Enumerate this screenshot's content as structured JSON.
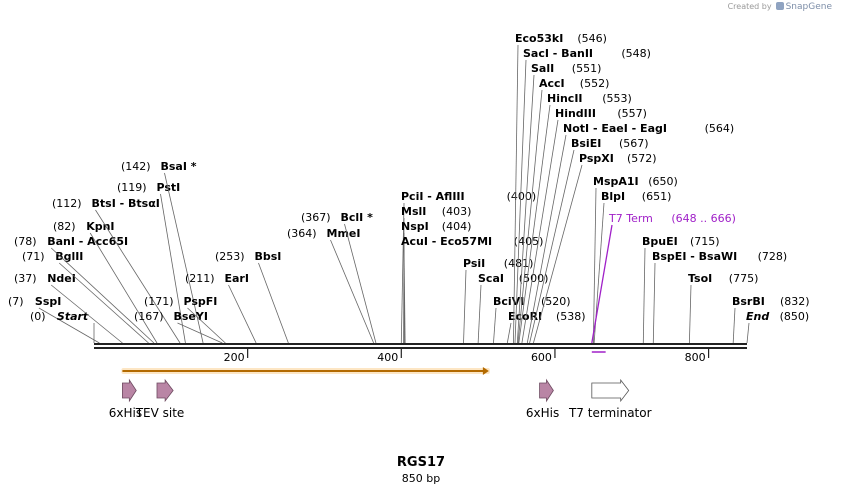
{
  "watermark": {
    "prefix": "Created by",
    "brand": "SnapGene"
  },
  "sequence": {
    "name": "RGS17",
    "length_label": "850 bp",
    "length": 850
  },
  "ticks": [
    200,
    400,
    600,
    800
  ],
  "sites": [
    {
      "name": "SspI",
      "pos": "(7)",
      "bp": 7,
      "bold": true,
      "star": false
    },
    {
      "name": "Start",
      "pos": "(0)",
      "bp": 0,
      "bold": true,
      "italic": true,
      "star": false
    },
    {
      "name": "NdeI",
      "pos": "(37)",
      "bp": 37,
      "bold": true,
      "star": false
    },
    {
      "name": "BglII",
      "pos": "(71)",
      "bp": 71,
      "bold": true,
      "star": false
    },
    {
      "name": "BanI - Acc65I",
      "pos": "(78)",
      "bp": 78,
      "bold": true,
      "star": false
    },
    {
      "name": "KpnI",
      "pos": "(82)",
      "bp": 82,
      "bold": true,
      "star": false
    },
    {
      "name": "BtsI - BtsαI",
      "pos": "(112)",
      "bp": 112,
      "bold": true,
      "star": false
    },
    {
      "name": "PstI",
      "pos": "(119)",
      "bp": 119,
      "bold": true,
      "star": false
    },
    {
      "name": "BsaI",
      "pos": "(142)",
      "bp": 142,
      "bold": true,
      "star": true
    },
    {
      "name": "BseYI",
      "pos": "(167)",
      "bp": 167,
      "bold": true,
      "star": false
    },
    {
      "name": "PspFI",
      "pos": "(171)",
      "bp": 171,
      "bold": true,
      "star": false
    },
    {
      "name": "EarI",
      "pos": "(211)",
      "bp": 211,
      "bold": true,
      "star": false
    },
    {
      "name": "BbsI",
      "pos": "(253)",
      "bp": 253,
      "bold": true,
      "star": false
    },
    {
      "name": "MmeI",
      "pos": "(364)",
      "bp": 364,
      "bold": true,
      "star": false
    },
    {
      "name": "BclI",
      "pos": "(367)",
      "bp": 367,
      "bold": true,
      "star": true
    },
    {
      "name": "PciI - AflIII",
      "pos": "(400)",
      "bp": 400,
      "bold": true,
      "star": false
    },
    {
      "name": "MslI",
      "pos": "(403)",
      "bp": 403,
      "bold": true,
      "star": false
    },
    {
      "name": "NspI",
      "pos": "(404)",
      "bp": 404,
      "bold": true,
      "star": false
    },
    {
      "name": "AcuI - Eco57MI",
      "pos": "(405)",
      "bp": 405,
      "bold": true,
      "star": false
    },
    {
      "name": "PsiI",
      "pos": "(481)",
      "bp": 481,
      "bold": true,
      "star": false
    },
    {
      "name": "ScaI",
      "pos": "(500)",
      "bp": 500,
      "bold": true,
      "star": false
    },
    {
      "name": "BciVI",
      "pos": "(520)",
      "bp": 520,
      "bold": true,
      "star": false
    },
    {
      "name": "EcoRI",
      "pos": "(538)",
      "bp": 538,
      "bold": true,
      "star": false
    },
    {
      "name": "Eco53kI",
      "pos": "(546)",
      "bp": 546,
      "bold": true,
      "star": false
    },
    {
      "name": "SacI - BanII",
      "pos": "(548)",
      "bp": 548,
      "bold": true,
      "star": false
    },
    {
      "name": "SalI",
      "pos": "(551)",
      "bp": 551,
      "bold": true,
      "star": false
    },
    {
      "name": "AccI",
      "pos": "(552)",
      "bp": 552,
      "bold": true,
      "star": false
    },
    {
      "name": "HincII",
      "pos": "(553)",
      "bp": 553,
      "bold": true,
      "star": false
    },
    {
      "name": "HindIII",
      "pos": "(557)",
      "bp": 557,
      "bold": true,
      "star": false
    },
    {
      "name": "NotI - EaeI - EagI",
      "pos": "(564)",
      "bp": 564,
      "bold": true,
      "star": false
    },
    {
      "name": "BsiEI",
      "pos": "(567)",
      "bp": 567,
      "bold": true,
      "star": false
    },
    {
      "name": "PspXI",
      "pos": "(572)",
      "bp": 572,
      "bold": true,
      "star": false
    },
    {
      "name": "MspA1I",
      "pos": "(650)",
      "bp": 650,
      "bold": true,
      "star": false
    },
    {
      "name": "BlpI",
      "pos": "(651)",
      "bp": 651,
      "bold": true,
      "star": false
    },
    {
      "name": "T7 Term",
      "pos": "(648 .. 666)",
      "bp": 648,
      "bold": false,
      "star": false,
      "color": "#a020c8"
    },
    {
      "name": "BpuEI",
      "pos": "(715)",
      "bp": 715,
      "bold": true,
      "star": false
    },
    {
      "name": "BspEI - BsaWI",
      "pos": "(728)",
      "bp": 728,
      "bold": true,
      "star": false
    },
    {
      "name": "TsoI",
      "pos": "(775)",
      "bp": 775,
      "bold": true,
      "star": false
    },
    {
      "name": "BsrBI",
      "pos": "(832)",
      "bp": 832,
      "bold": true,
      "star": false
    },
    {
      "name": "End",
      "pos": "(850)",
      "bp": 850,
      "bold": true,
      "italic": true,
      "star": false
    }
  ],
  "features": [
    {
      "label": "6xHis",
      "start": 37,
      "end": 55,
      "type": "arrow",
      "color": "#b985a5"
    },
    {
      "label": "TEV site",
      "start": 82,
      "end": 103,
      "type": "arrow",
      "color": "#b985a5"
    },
    {
      "label": "6xHis",
      "start": 580,
      "end": 598,
      "type": "arrow",
      "color": "#b985a5"
    },
    {
      "label": "T7 terminator",
      "start": 648,
      "end": 696,
      "type": "arrow-outline",
      "color": "#ffffff"
    }
  ],
  "orf": {
    "start": 37,
    "end": 514,
    "color": "#f5a02a"
  },
  "colors": {
    "t7_term": "#a020c8",
    "line": "#555555"
  }
}
